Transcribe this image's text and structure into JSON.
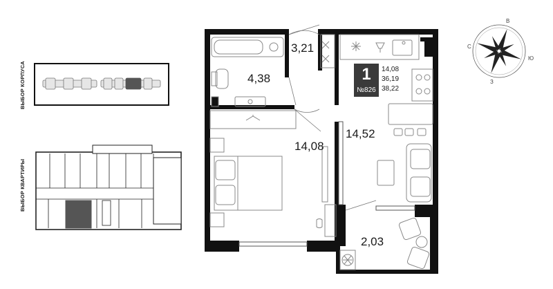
{
  "selector_labels": {
    "building": "ВЫБОР КОРПУСА",
    "apartment": "ВЫБОР КВАРТИРЫ"
  },
  "apartment": {
    "rooms": "1",
    "code": "№826",
    "areas": [
      "14,08",
      "36,19",
      "38,22"
    ]
  },
  "room_areas": {
    "hall": "3,21",
    "bathroom": "4,38",
    "bedroom": "14,08",
    "kitchen": "14,52",
    "balcony": "2,03"
  },
  "compass": {
    "north": "В",
    "east": "Ю",
    "south": "З",
    "west": "С"
  },
  "colors": {
    "wall": "#111111",
    "furniture": "#8a8a8a",
    "info_dark": "#3a3a3a",
    "selected_section": "#555555"
  }
}
